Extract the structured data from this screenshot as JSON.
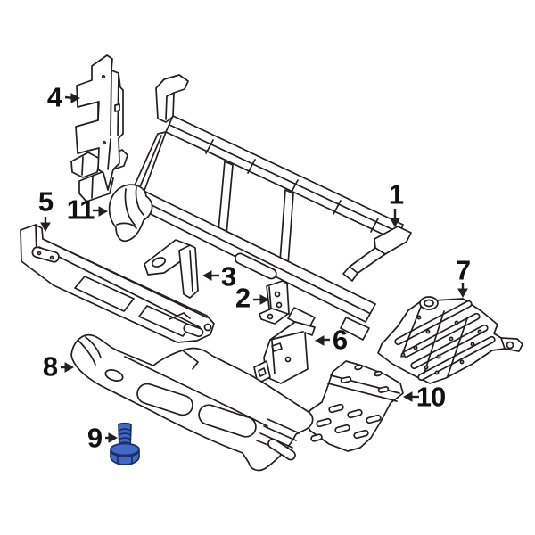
{
  "diagram": {
    "colors": {
      "ink": "#231f20",
      "background": "#ffffff",
      "highlight": "#4169c8",
      "highlight_outline": "#1b2e6b"
    },
    "callouts": [
      {
        "number": "1"
      },
      {
        "number": "2"
      },
      {
        "number": "3"
      },
      {
        "number": "4"
      },
      {
        "number": "5"
      },
      {
        "number": "6"
      },
      {
        "number": "7"
      },
      {
        "number": "8"
      },
      {
        "number": "9"
      },
      {
        "number": "10"
      },
      {
        "number": "11"
      }
    ]
  }
}
